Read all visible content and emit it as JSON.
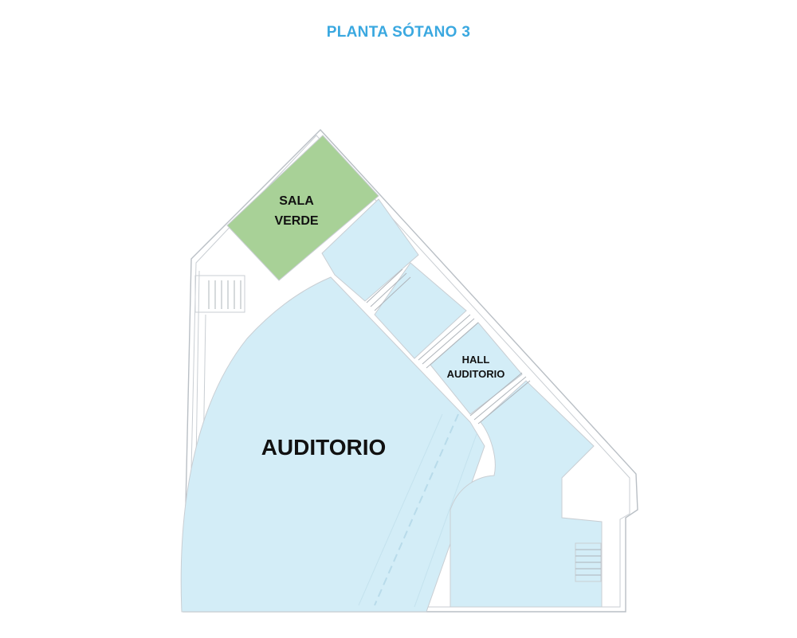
{
  "title": "PLANTA SÓTANO 3",
  "colors": {
    "title": "#3aa8e0",
    "room_blue": "#d3edf7",
    "room_green": "#a8d197",
    "wall": "#c9ced3"
  },
  "rooms": {
    "sala_verde": {
      "line1": "SALA",
      "line2": "VERDE"
    },
    "hall_auditorio": {
      "line1": "HALL",
      "line2": "AUDITORIO"
    },
    "auditorio": {
      "label": "AUDITORIO"
    }
  }
}
